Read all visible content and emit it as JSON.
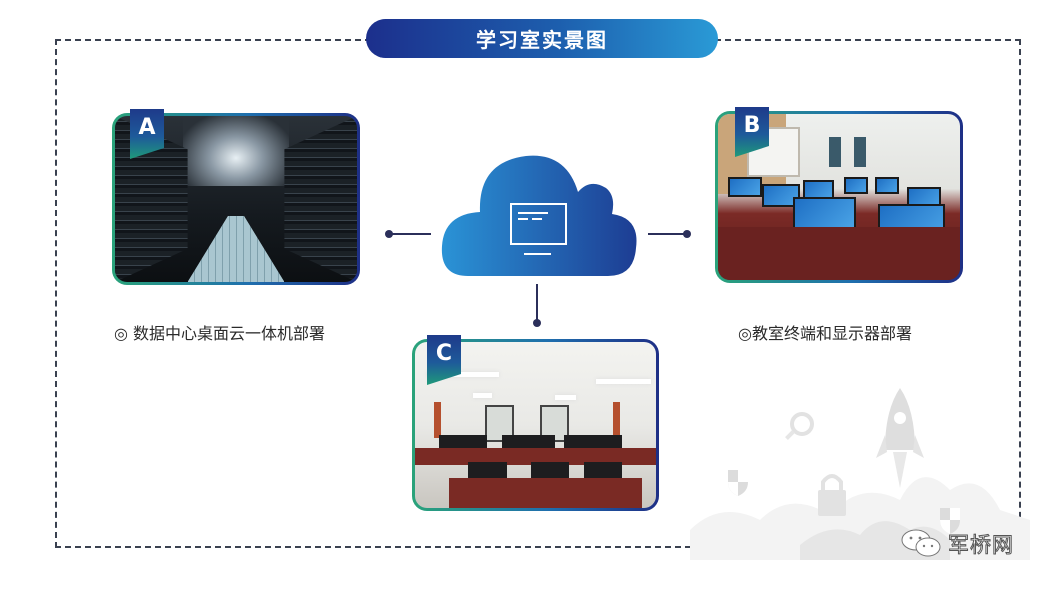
{
  "title": "学习室实景图",
  "colors": {
    "title_gradient_start": "#1c2f8c",
    "title_gradient_end": "#2a9ad6",
    "frame_border": "#3a4150",
    "connector": "#2b2f5a",
    "badge_top": "#1e3a8a",
    "badge_bottom": "#1f9a7a"
  },
  "center_node": {
    "icon": "cloud-monitor-icon"
  },
  "nodes": [
    {
      "badge": "A",
      "photo": "data-center-server-room",
      "caption": "◎ 数据中心桌面云一体机部署"
    },
    {
      "badge": "B",
      "photo": "classroom-terminals-monitors",
      "caption": "◎教室终端和显示器部署"
    },
    {
      "badge": "C",
      "photo": "study-room-overview",
      "caption": ""
    }
  ],
  "watermark": {
    "icon": "wechat-icon",
    "text": "军桥网"
  }
}
